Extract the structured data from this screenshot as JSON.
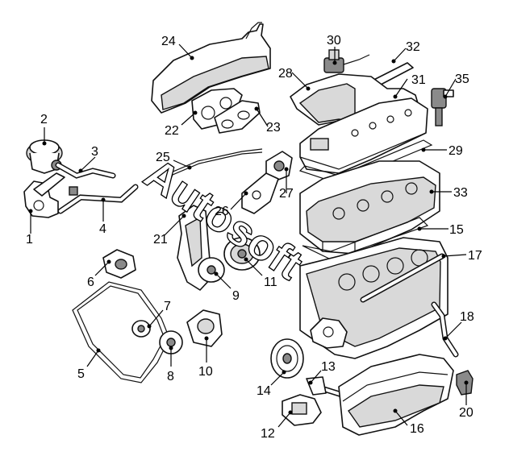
{
  "watermark": "Autosoft",
  "callouts": [
    {
      "id": "p1",
      "label": "1"
    },
    {
      "id": "p2",
      "label": "2"
    },
    {
      "id": "p3",
      "label": "3"
    },
    {
      "id": "p4",
      "label": "4"
    },
    {
      "id": "p5",
      "label": "5"
    },
    {
      "id": "p6",
      "label": "6"
    },
    {
      "id": "p7",
      "label": "7"
    },
    {
      "id": "p8",
      "label": "8"
    },
    {
      "id": "p9",
      "label": "9"
    },
    {
      "id": "p10",
      "label": "10"
    },
    {
      "id": "p11",
      "label": "11"
    },
    {
      "id": "p12",
      "label": "12"
    },
    {
      "id": "p13",
      "label": "13"
    },
    {
      "id": "p14",
      "label": "14"
    },
    {
      "id": "p15",
      "label": "15"
    },
    {
      "id": "p16",
      "label": "16"
    },
    {
      "id": "p17",
      "label": "17"
    },
    {
      "id": "p18",
      "label": "18"
    },
    {
      "id": "p20",
      "label": "20"
    },
    {
      "id": "p21",
      "label": "21"
    },
    {
      "id": "p22",
      "label": "22"
    },
    {
      "id": "p23",
      "label": "23"
    },
    {
      "id": "p24",
      "label": "24"
    },
    {
      "id": "p25",
      "label": "25"
    },
    {
      "id": "p26",
      "label": "26"
    },
    {
      "id": "p27",
      "label": "27"
    },
    {
      "id": "p28",
      "label": "28"
    },
    {
      "id": "p29",
      "label": "29"
    },
    {
      "id": "p30",
      "label": "30"
    },
    {
      "id": "p31",
      "label": "31"
    },
    {
      "id": "p32",
      "label": "32"
    },
    {
      "id": "p33",
      "label": "33"
    },
    {
      "id": "p35",
      "label": "35"
    }
  ]
}
